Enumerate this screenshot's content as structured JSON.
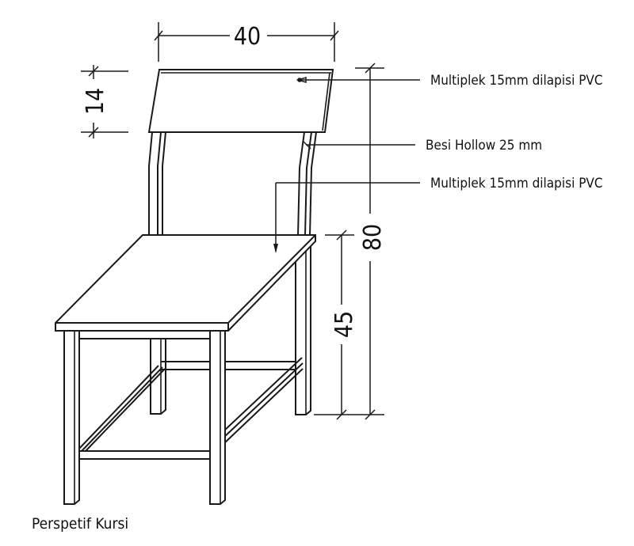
{
  "drawing": {
    "title": "Perspetif Kursi",
    "subject": "chair perspective technical drawing"
  },
  "dimensions": {
    "backrest_width": "40",
    "backrest_height": "14",
    "total_height": "80",
    "seat_height": "45"
  },
  "callouts": [
    {
      "id": "backrest",
      "label": "Multiplek 15mm dilapisi PVC"
    },
    {
      "id": "frame",
      "label": "Besi Hollow 25 mm"
    },
    {
      "id": "seat",
      "label": "Multiplek 15mm dilapisi PVC"
    }
  ],
  "colors": {
    "line": "#1a1a1a",
    "background": "#ffffff"
  }
}
